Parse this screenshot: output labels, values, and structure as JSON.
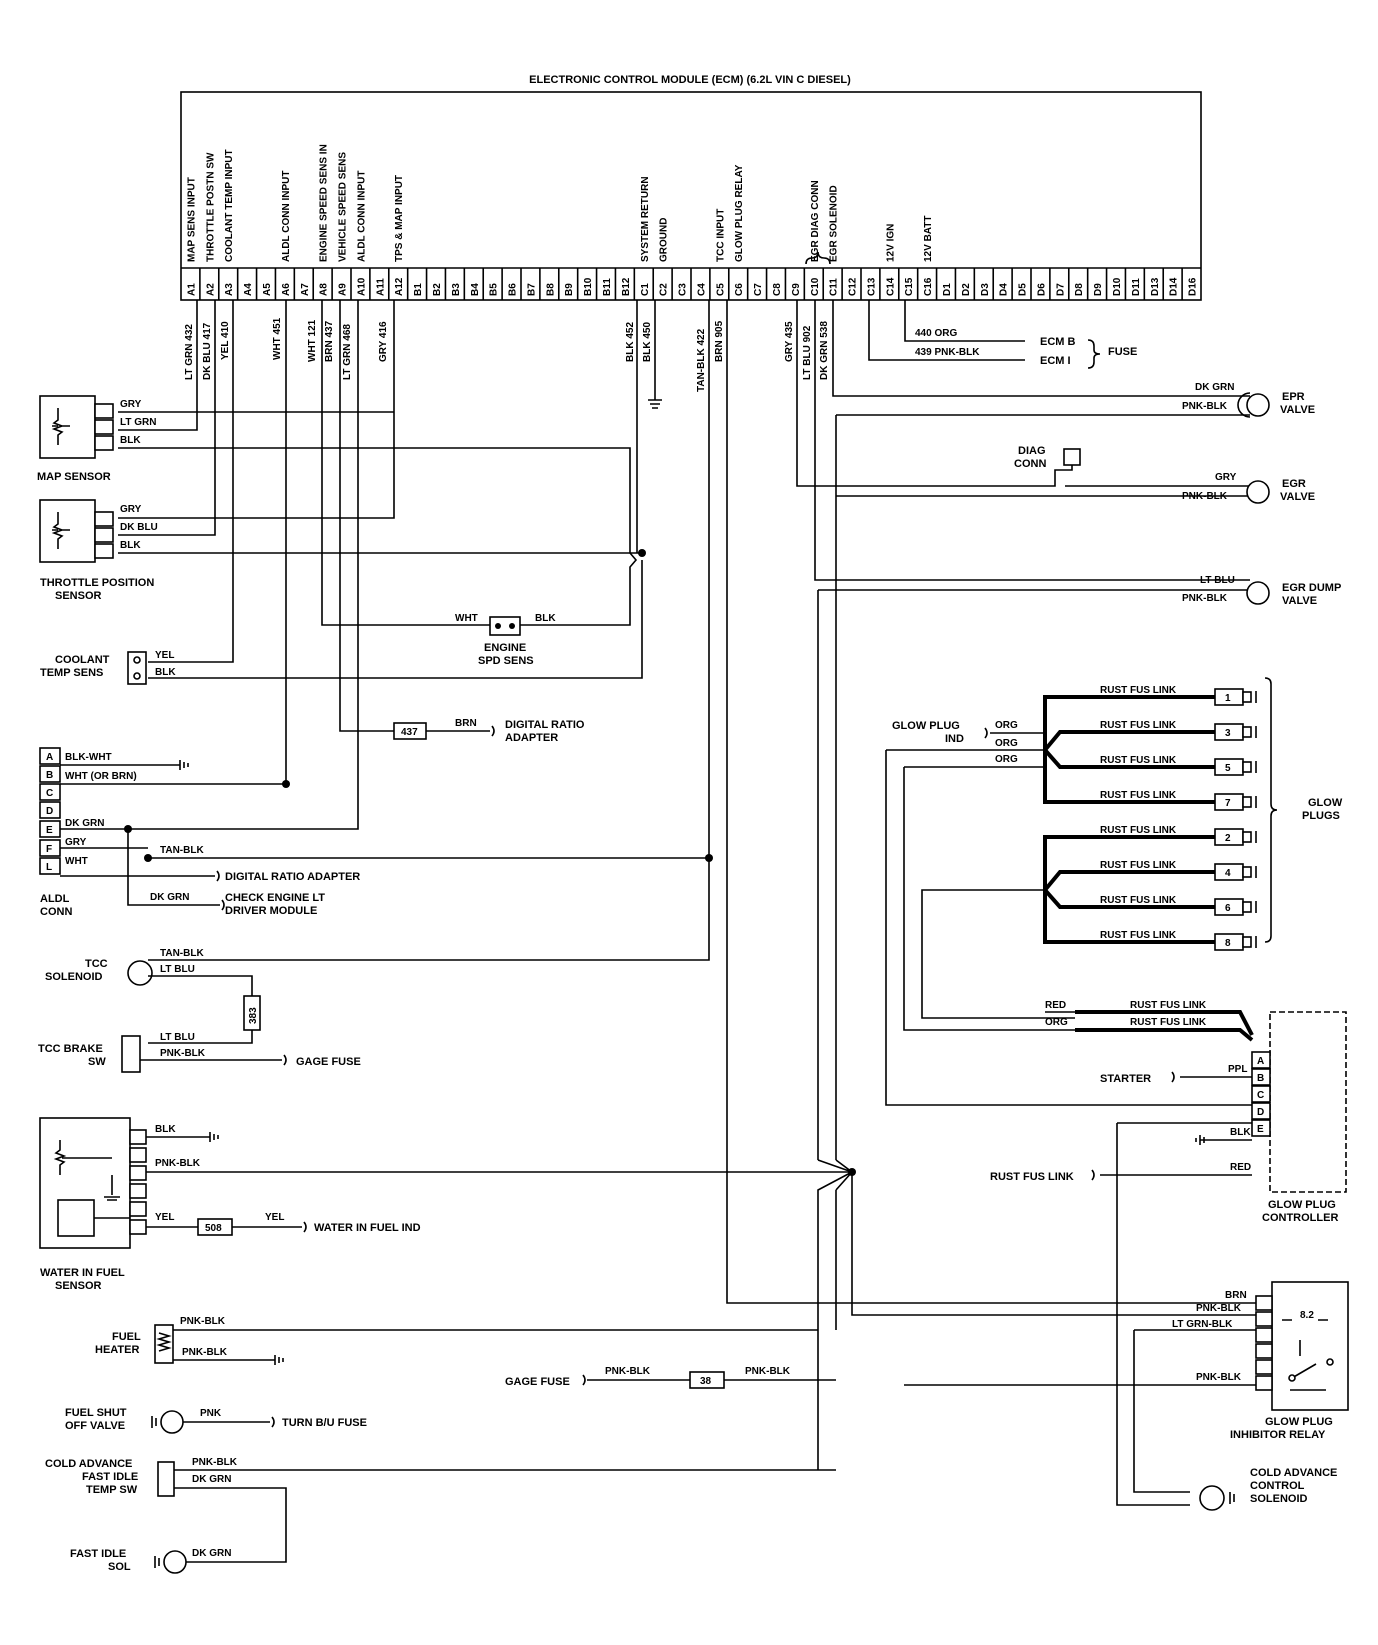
{
  "ecm": {
    "title": "ELECTRONIC CONTROL MODULE (ECM) (6.2L VIN C DIESEL)",
    "functions": {
      "A1": "MAP SENS INPUT",
      "A2": "THROTTLE POSTN SW",
      "A3": "COOLANT TEMP INPUT",
      "A6": "ALDL CONN INPUT",
      "A8": "ENGINE SPEED SENS IN",
      "A9": "VEHICLE SPEED SENS",
      "A10": "ALDL CONN INPUT",
      "A12": "TPS & MAP INPUT",
      "C1": "SYSTEM RETURN",
      "C2": "GROUND",
      "C5": "TCC INPUT",
      "C6": "GLOW PLUG RELAY",
      "C10": "EGR DIAG CONN",
      "C11": "EGR SOLENOID",
      "C14": "12V IGN",
      "C16": "12V BATT"
    },
    "pins": [
      "A1",
      "A2",
      "A3",
      "A4",
      "A5",
      "A6",
      "A7",
      "A8",
      "A9",
      "A10",
      "A11",
      "A12",
      "B1",
      "B2",
      "B3",
      "B4",
      "B5",
      "B6",
      "B7",
      "B8",
      "B9",
      "B10",
      "B11",
      "B12",
      "C1",
      "C2",
      "C3",
      "C4",
      "C5",
      "C6",
      "C7",
      "C8",
      "C9",
      "C10",
      "C11",
      "C12",
      "C13",
      "C14",
      "C15",
      "C16",
      "D1",
      "D2",
      "D3",
      "D4",
      "D5",
      "D6",
      "D7",
      "D8",
      "D9",
      "D10",
      "D11",
      "D13",
      "D14",
      "D16"
    ]
  },
  "wires": {
    "a1": "LT GRN 432",
    "a2": "DK BLU 417",
    "a3": "YEL 410",
    "a6": "WHT 451",
    "a8": "WHT 121",
    "a9": "BRN 437",
    "a10": "LT GRN 468",
    "a12": "GRY 416",
    "c1": "BLK 452",
    "c2": "BLK 450",
    "c5": "TAN-BLK 422",
    "c6": "BRN 905",
    "c10": "GRY 435",
    "c11": "LT BLU 902",
    "c12": "DK GRN 538",
    "c14": "439 PNK-BLK",
    "c16": "440 ORG"
  },
  "fuse_block": {
    "ecm_b": "ECM B",
    "ecm_i": "ECM I",
    "fuse": "FUSE"
  },
  "components": {
    "map_sensor": "MAP SENSOR",
    "tps1": "THROTTLE POSITION",
    "tps2": "SENSOR",
    "coolant1": "COOLANT",
    "coolant2": "TEMP SENS",
    "engine_spd1": "ENGINE",
    "engine_spd2": "SPD SENS",
    "digital_ratio1": "DIGITAL RATIO",
    "digital_ratio2": "ADAPTER",
    "aldl1": "ALDL",
    "aldl2": "CONN",
    "tcc_sol1": "TCC",
    "tcc_sol2": "SOLENOID",
    "tcc_brake1": "TCC BRAKE",
    "tcc_brake2": "SW",
    "wif1": "WATER IN FUEL",
    "wif2": "SENSOR",
    "fuel_heater1": "FUEL",
    "fuel_heater2": "HEATER",
    "fuel_shut1": "FUEL SHUT",
    "fuel_shut2": "OFF VALVE",
    "cold_adv1": "COLD ADVANCE",
    "cold_adv2": "FAST IDLE",
    "cold_adv3": "TEMP SW",
    "fast_idle1": "FAST IDLE",
    "fast_idle2": "SOL",
    "epr1": "EPR",
    "epr2": "VALVE",
    "egr1": "EGR",
    "egr2": "VALVE",
    "diag1": "DIAG",
    "diag2": "CONN",
    "egr_dump1": "EGR DUMP",
    "egr_dump2": "VALVE",
    "glow_plugs1": "GLOW",
    "glow_plugs2": "PLUGS",
    "gp_ind1": "GLOW PLUG",
    "gp_ind2": "IND",
    "starter": "STARTER",
    "rust_fus_link": "RUST FUS LINK",
    "gpc1": "GLOW PLUG",
    "gpc2": "CONTROLLER",
    "gpir1": "GLOW PLUG",
    "gpir2": "INHIBITOR RELAY",
    "cacs1": "COLD ADVANCE",
    "cacs2": "CONTROL",
    "cacs3": "SOLENOID",
    "gage_fuse": "GAGE FUSE",
    "turn_bu_fuse": "TURN B/U FUSE",
    "water_in_fuel_ind": "WATER IN FUEL IND",
    "digital_ratio_adapter": "DIGITAL RATIO ADAPTER",
    "check_engine1": "CHECK ENGINE LT",
    "check_engine2": "DRIVER MODULE"
  },
  "colors": {
    "gry": "GRY",
    "lt_grn": "LT GRN",
    "blk": "BLK",
    "dk_blu": "DK BLU",
    "yel": "YEL",
    "wht": "WHT",
    "brn": "BRN",
    "blk_wht": "BLK-WHT",
    "wht_or_brn": "WHT (OR BRN)",
    "dk_grn": "DK GRN",
    "tan_blk": "TAN-BLK",
    "lt_blu": "LT BLU",
    "pnk_blk": "PNK-BLK",
    "pnk": "PNK",
    "org": "ORG",
    "red": "RED",
    "ppl": "PPL",
    "lt_grn_blk": "LT GRN-BLK"
  },
  "aldl_pins": [
    "A",
    "B",
    "C",
    "D",
    "E",
    "F",
    "L"
  ],
  "controller_pins": [
    "A",
    "B",
    "C",
    "D",
    "E"
  ],
  "splices": {
    "s437": "437",
    "s383": "383",
    "s508": "508",
    "s38": "38"
  },
  "glow_plug_numbers": [
    "1",
    "3",
    "5",
    "7",
    "2",
    "4",
    "6",
    "8"
  ],
  "relay_contact": "8.2"
}
